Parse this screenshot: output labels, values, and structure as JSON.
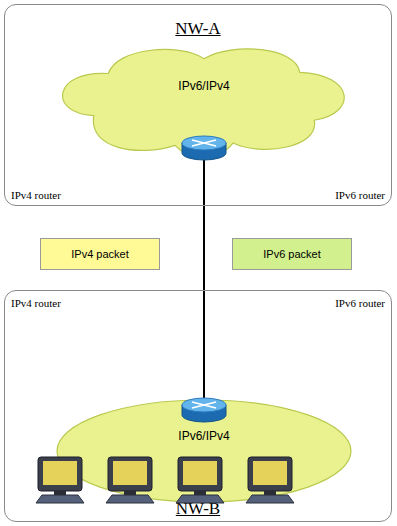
{
  "diagram": {
    "nodes": [
      {
        "text": [
          "NW-A",
          "IPv4 router",
          "IPv6 router"
        ]
      },
      {
        "text": [
          "IPv6/IPv4"
        ],
        "in": 0
      },
      {
        "text": [
          "IPv4 packet"
        ]
      },
      {
        "text": [
          "IPv6 packet"
        ]
      },
      {
        "text": [
          "IPv4 router",
          "IPv6 router",
          "NW-B"
        ]
      },
      {
        "text": [
          "IPv6/IPv4"
        ],
        "in": 4
      }
    ],
    "edges": [
      {
        "from": 1,
        "to": 5,
        "arrow": "none"
      }
    ]
  }
}
